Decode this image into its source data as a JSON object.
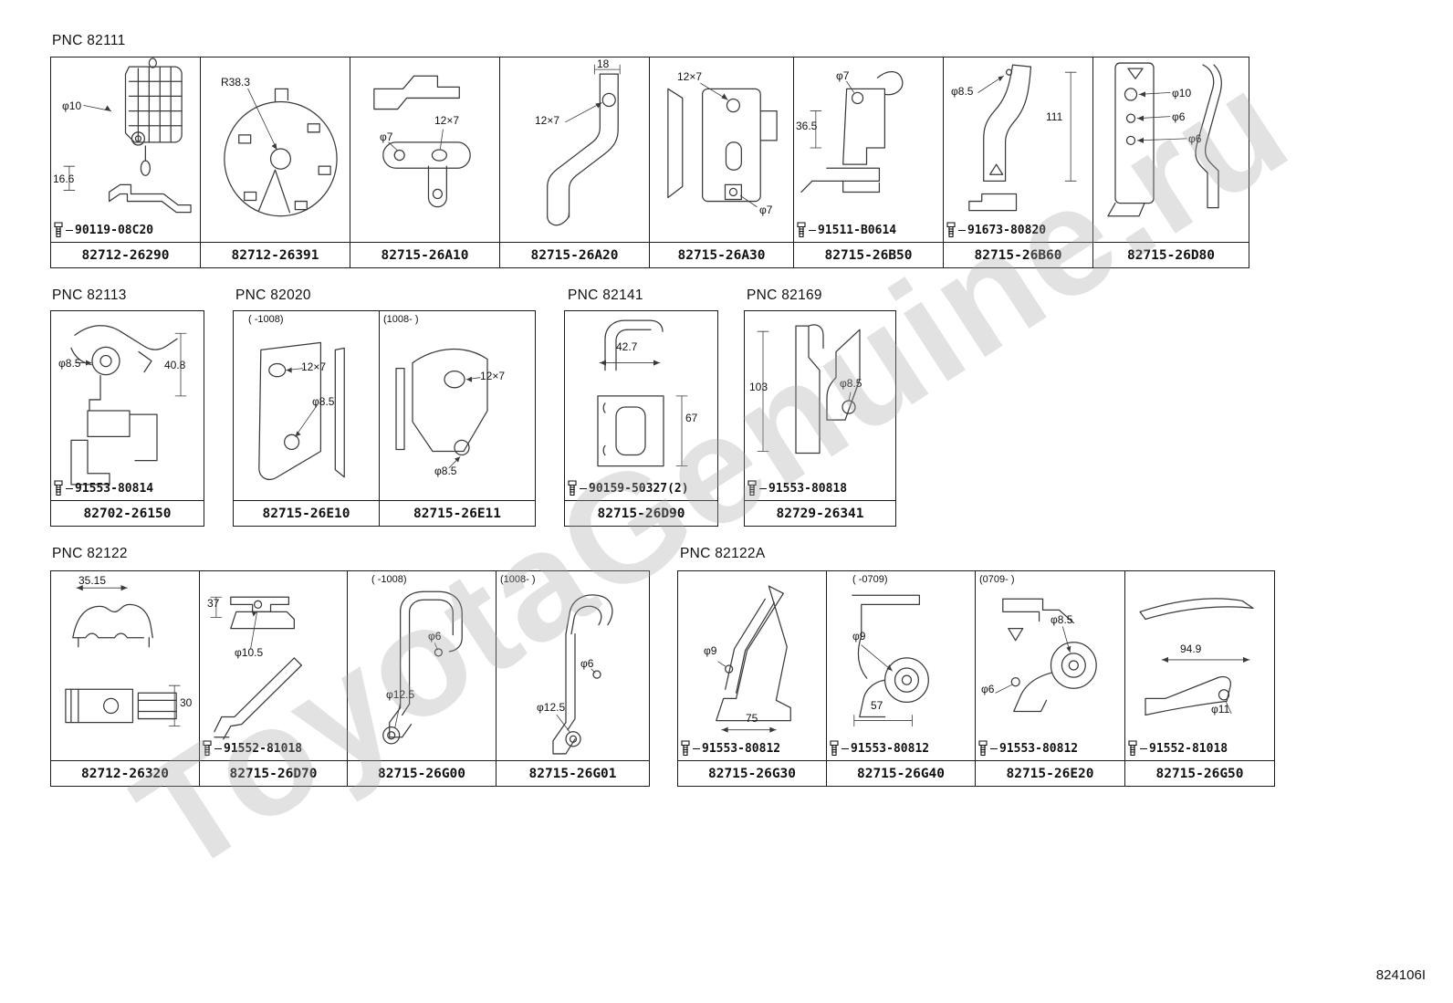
{
  "page": {
    "watermark": "ToyotaGenuine.ru",
    "doc_number": "824106I"
  },
  "sections": [
    {
      "label": "PNC 82111",
      "cells": [
        {
          "part_number": "82712-26290",
          "bolt_number": "90119-08C20",
          "annotations": [
            "φ10",
            "16.6"
          ]
        },
        {
          "part_number": "82712-26391",
          "annotations": [
            "R38.3"
          ]
        },
        {
          "part_number": "82715-26A10",
          "annotations": [
            "φ7",
            "12×7"
          ]
        },
        {
          "part_number": "82715-26A20",
          "annotations": [
            "18",
            "12×7"
          ]
        },
        {
          "part_number": "82715-26A30",
          "annotations": [
            "12×7",
            "φ7"
          ]
        },
        {
          "part_number": "82715-26B50",
          "bolt_number": "91511-B0614",
          "annotations": [
            "φ7",
            "36.5"
          ]
        },
        {
          "part_number": "82715-26B60",
          "bolt_number": "91673-80820",
          "annotations": [
            "φ8.5",
            "111"
          ]
        },
        {
          "part_number": "82715-26D80",
          "annotations": [
            "φ10",
            "φ6",
            "φ6"
          ]
        }
      ]
    },
    {
      "label": "PNC 82113",
      "cells": [
        {
          "part_number": "82702-26150",
          "bolt_number": "91553-80814",
          "annotations": [
            "φ8.5",
            "40.8"
          ]
        }
      ]
    },
    {
      "label": "PNC 82020",
      "cells": [
        {
          "part_number": "82715-26E10",
          "variant": "(  -1008)",
          "annotations": [
            "12×7",
            "φ8.5"
          ]
        },
        {
          "part_number": "82715-26E11",
          "variant": "(1008-    )",
          "annotations": [
            "12×7",
            "φ8.5"
          ]
        }
      ]
    },
    {
      "label": "PNC 82141",
      "cells": [
        {
          "part_number": "82715-26D90",
          "bolt_number": "90159-50327(2)",
          "annotations": [
            "42.7",
            "67"
          ]
        }
      ]
    },
    {
      "label": "PNC 82169",
      "cells": [
        {
          "part_number": "82729-26341",
          "bolt_number": "91553-80818",
          "annotations": [
            "103",
            "φ8.5"
          ]
        }
      ]
    },
    {
      "label": "PNC 82122",
      "cells": [
        {
          "part_number": "82712-26320",
          "annotations": [
            "35.15",
            "30"
          ]
        },
        {
          "part_number": "82715-26D70",
          "bolt_number": "91552-81018",
          "annotations": [
            "37",
            "φ10.5"
          ]
        },
        {
          "part_number": "82715-26G00",
          "variant": "(    -1008)",
          "annotations": [
            "φ6",
            "φ12.5"
          ]
        },
        {
          "part_number": "82715-26G01",
          "variant": "(1008-    )",
          "annotations": [
            "φ6",
            "φ12.5"
          ]
        }
      ]
    },
    {
      "label": "PNC 82122A",
      "cells": [
        {
          "part_number": "82715-26G30",
          "bolt_number": "91553-80812",
          "annotations": [
            "φ9",
            "75"
          ]
        },
        {
          "part_number": "82715-26G40",
          "bolt_number": "91553-80812",
          "variant": "(  -0709)",
          "annotations": [
            "φ9",
            "57"
          ]
        },
        {
          "part_number": "82715-26E20",
          "bolt_number": "91553-80812",
          "variant": "(0709-   )",
          "annotations": [
            "φ8.5",
            "φ6"
          ]
        },
        {
          "part_number": "82715-26G50",
          "bolt_number": "91552-81018",
          "annotations": [
            "94.9",
            "φ11"
          ]
        }
      ]
    }
  ]
}
